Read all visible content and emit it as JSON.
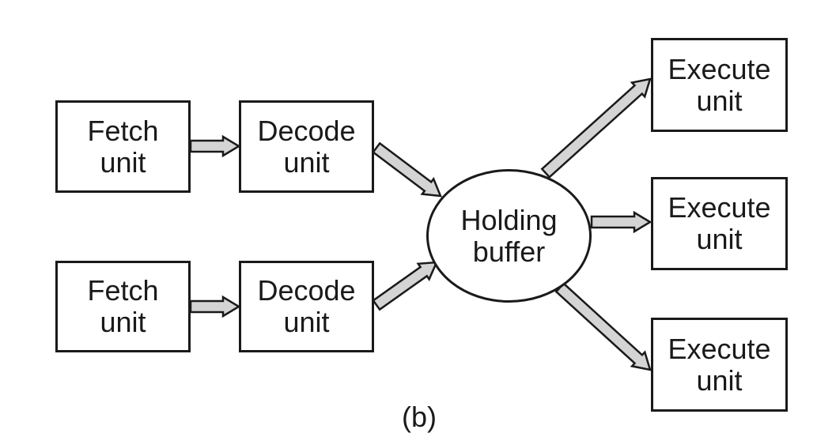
{
  "fetch_units": [
    {
      "line1": "Fetch",
      "line2": "unit"
    },
    {
      "line1": "Fetch",
      "line2": "unit"
    }
  ],
  "decode_units": [
    {
      "line1": "Decode",
      "line2": "unit"
    },
    {
      "line1": "Decode",
      "line2": "unit"
    }
  ],
  "holding_buffer": {
    "line1": "Holding",
    "line2": "buffer"
  },
  "execute_units": [
    {
      "line1": "Execute",
      "line2": "unit"
    },
    {
      "line1": "Execute",
      "line2": "unit"
    },
    {
      "line1": "Execute",
      "line2": "unit"
    }
  ],
  "caption": "(b)",
  "colors": {
    "stroke": "#1a1a1a",
    "arrow_fill": "#d4d4d4",
    "background": "#ffffff"
  }
}
